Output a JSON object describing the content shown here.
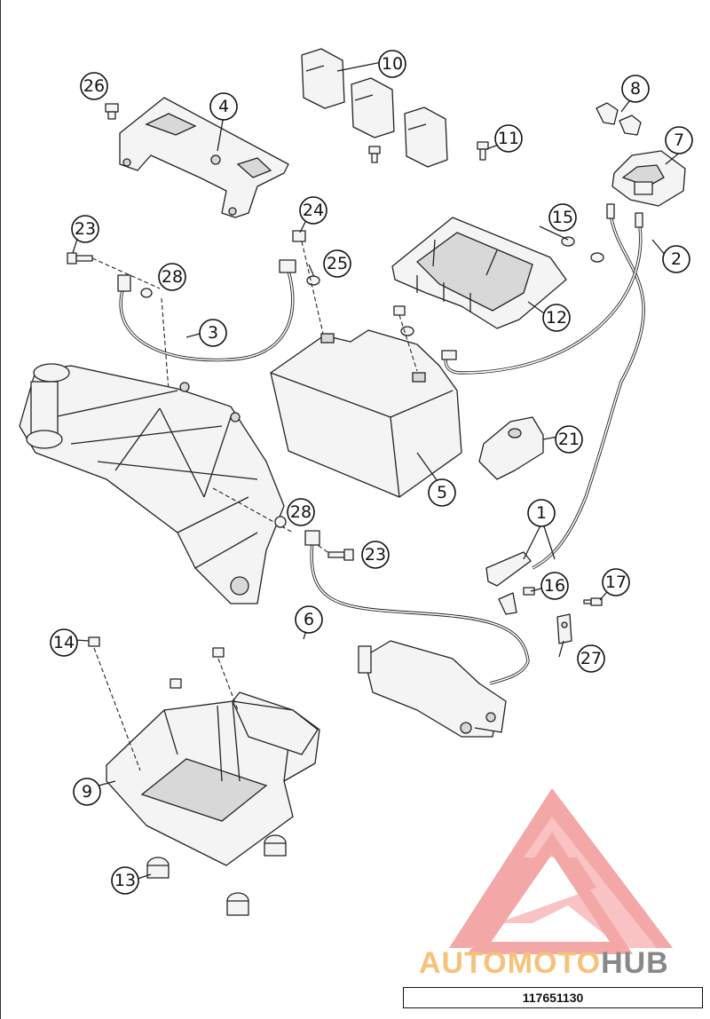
{
  "diagram": {
    "id": "117651130",
    "callouts": [
      {
        "num": "1"
      },
      {
        "num": "2"
      },
      {
        "num": "3"
      },
      {
        "num": "4"
      },
      {
        "num": "5"
      },
      {
        "num": "6"
      },
      {
        "num": "7"
      },
      {
        "num": "8"
      },
      {
        "num": "9"
      },
      {
        "num": "10"
      },
      {
        "num": "11"
      },
      {
        "num": "12"
      },
      {
        "num": "13"
      },
      {
        "num": "14"
      },
      {
        "num": "15"
      },
      {
        "num": "16"
      },
      {
        "num": "17"
      },
      {
        "num": "21"
      },
      {
        "num": "23"
      },
      {
        "num": "23"
      },
      {
        "num": "24"
      },
      {
        "num": "25"
      },
      {
        "num": "26"
      },
      {
        "num": "27"
      },
      {
        "num": "28"
      },
      {
        "num": "28"
      }
    ]
  },
  "watermark": {
    "text_auto": "AUTOMOTO",
    "text_hub": "HUB",
    "color_triangle": "#f08a8a",
    "color_auto": "#f6c27a",
    "color_hub": "#888888"
  }
}
